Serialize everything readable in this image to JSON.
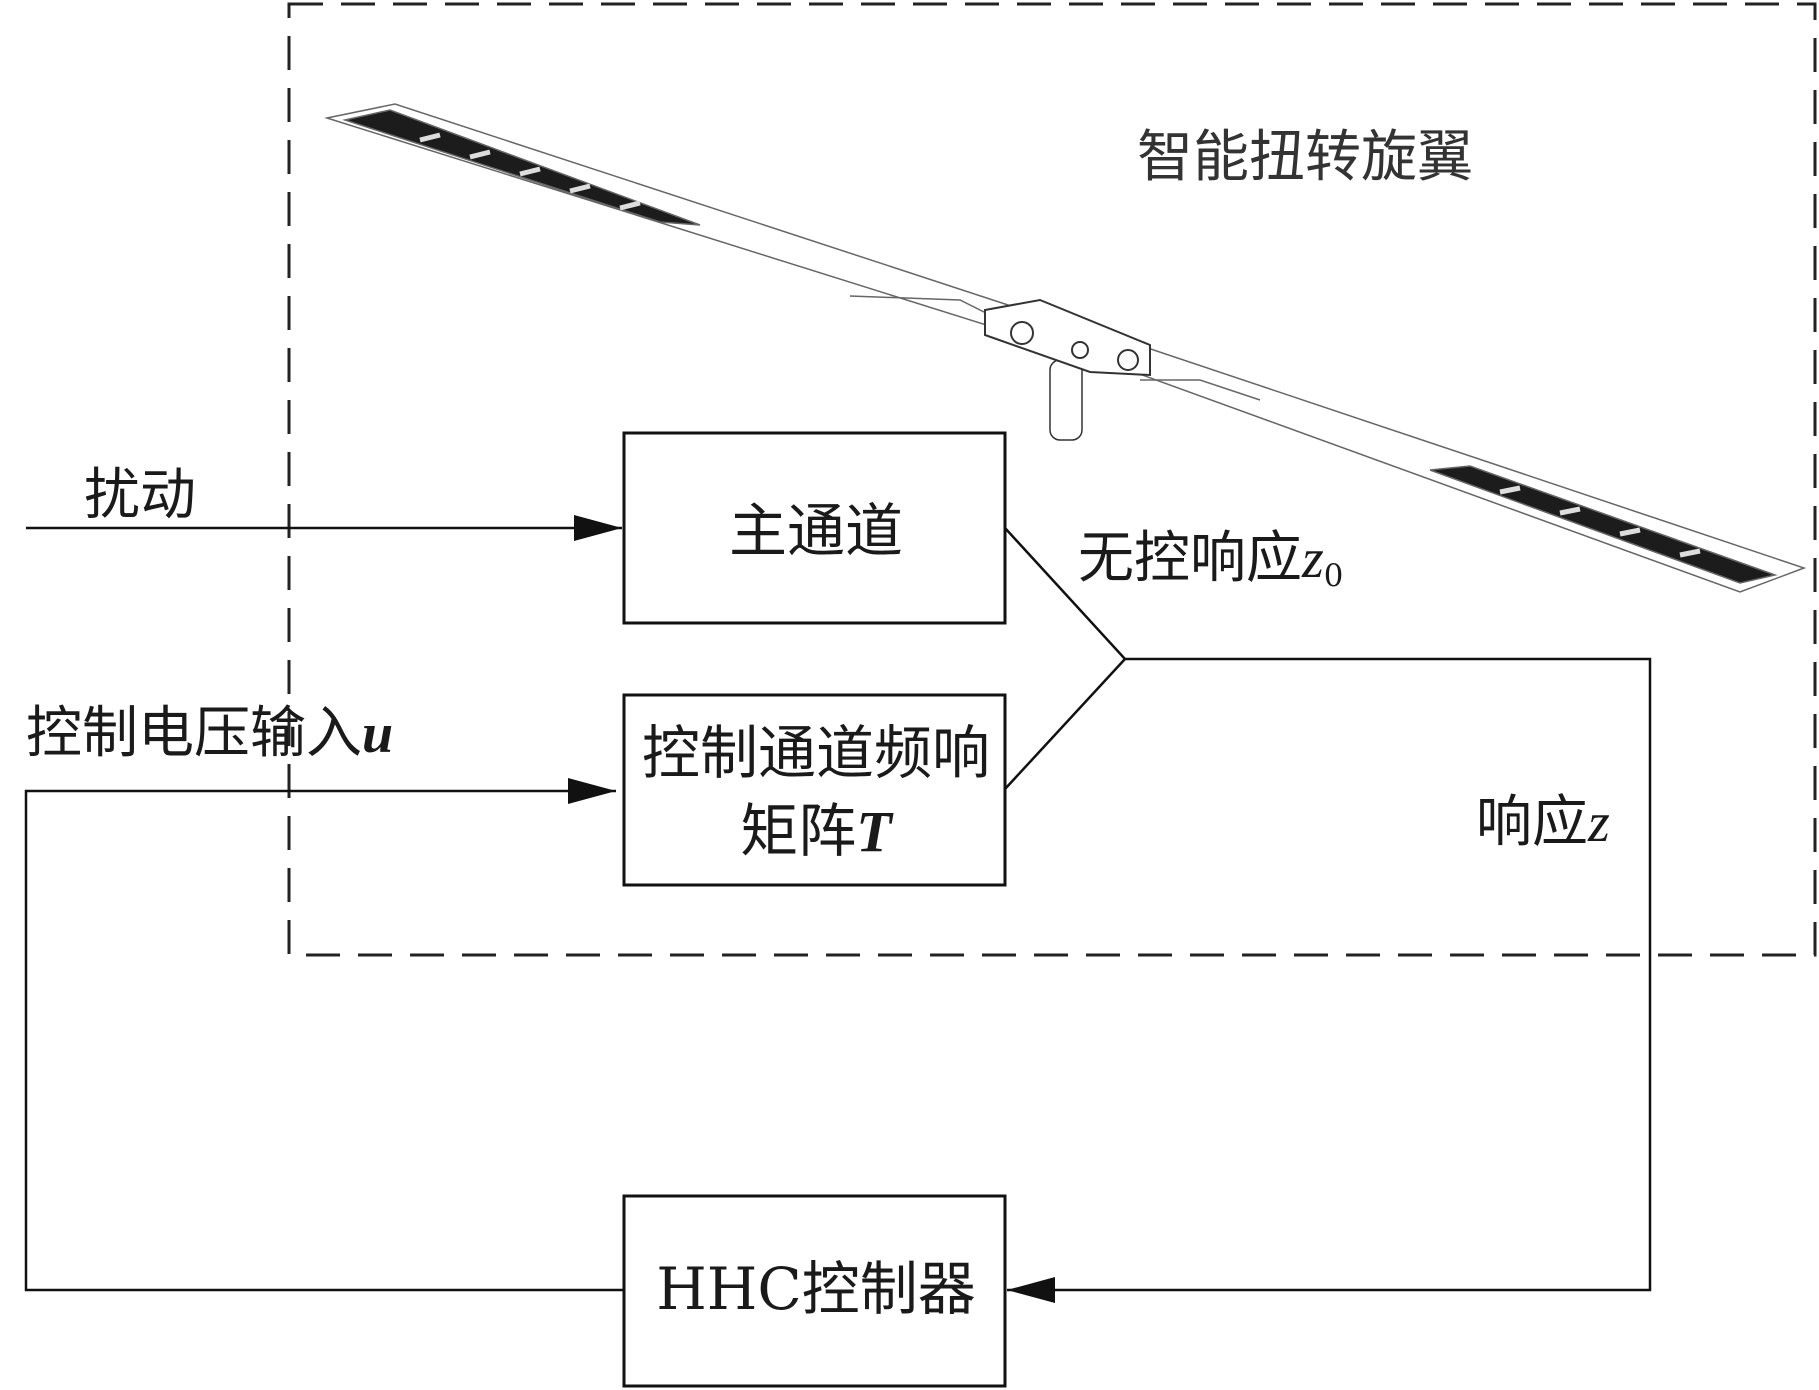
{
  "title": "智能扭转旋翼",
  "blocks": {
    "main_channel": "主通道",
    "control_channel_line1": "控制通道频响",
    "control_channel_line2": "矩阵",
    "control_channel_symbol": "T",
    "controller": "HHC控制器"
  },
  "signals": {
    "disturbance": "扰动",
    "control_input": "控制电压输入",
    "control_input_symbol": "u",
    "uncontrolled_response": "无控响应",
    "uncontrolled_response_symbol": "z",
    "uncontrolled_response_subscript": "0",
    "response": "响应",
    "response_symbol": "z"
  }
}
